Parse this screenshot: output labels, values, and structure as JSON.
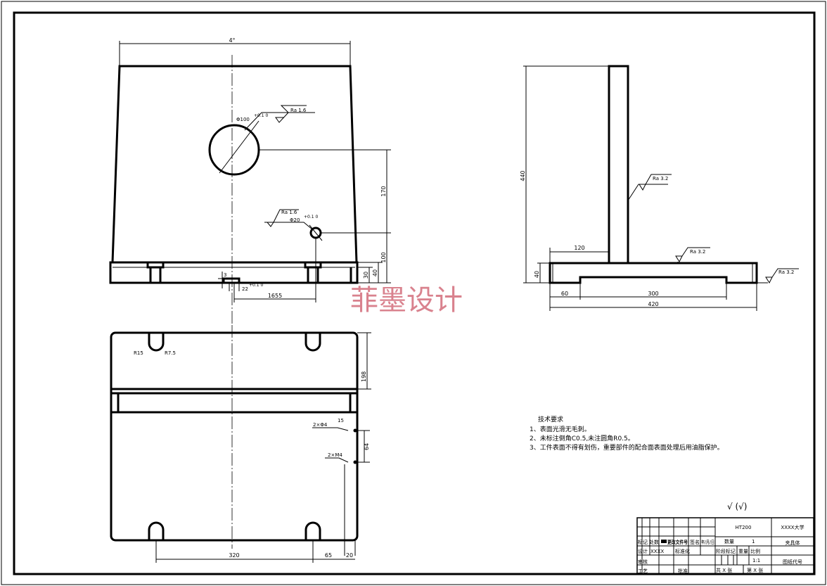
{
  "watermark": "菲墨设计",
  "front_view": {
    "top_dim": "4°",
    "big_hole": "Φ100",
    "big_hole_tol": "+0.1 0",
    "big_hole_rough": "Ra 1.6",
    "small_hole": "Φ20",
    "small_hole_tol": "+0.1 0",
    "small_hole_rough": "Ra 1.6",
    "dim_170": "170",
    "dim_100": "100",
    "dim_40": "40",
    "dim_30": "30",
    "dim_3": "3",
    "dim_22": "22",
    "dim_22_tol": "+0.1 0",
    "dim_1655": "1655"
  },
  "top_view": {
    "r15": "R15",
    "r75": "R7.5",
    "dim_198": "198",
    "hole_note": "2×Φ4",
    "hole_depth": "15",
    "thread_note": "2×M4",
    "dim_64": "64",
    "dim_320": "320",
    "dim_65": "65",
    "dim_20": "20"
  },
  "side_view": {
    "dim_440": "440",
    "dim_120": "120",
    "dim_40": "40",
    "dim_60": "60",
    "dim_300": "300",
    "dim_420": "420",
    "rough1": "Ra 3.2",
    "rough2": "Ra 3.2",
    "rough3": "Ra 3.2"
  },
  "tech_requirements": {
    "title": "技术要求",
    "items": [
      "1、表面光滑无毛刺。",
      "2、未标注倒角C0.5,未注圆角R0.5。",
      "3、工件表面不得有划伤，重要部件的配合面表面处理后用油脂保护。"
    ]
  },
  "general_roughness": "√ (√)",
  "title_block": {
    "material": "HT200",
    "school": "XXXX大学",
    "part_name": "夹具体",
    "drawing_no": "图纸代号",
    "qty_label": "数量",
    "qty": "1",
    "stage_label": "阶段标记",
    "weight_label": "重量",
    "scale_label": "比例",
    "scale": "1:1",
    "sheets": "共 X 张",
    "sheet": "第 X 张",
    "mark": "标记",
    "count": "处数",
    "file": "更改文件号",
    "sign": "签名",
    "date": "年/月/日",
    "design": "设计",
    "designer": "XXXX",
    "standard": "标准化",
    "review": "审核",
    "process": "工艺",
    "approve": "批准"
  }
}
